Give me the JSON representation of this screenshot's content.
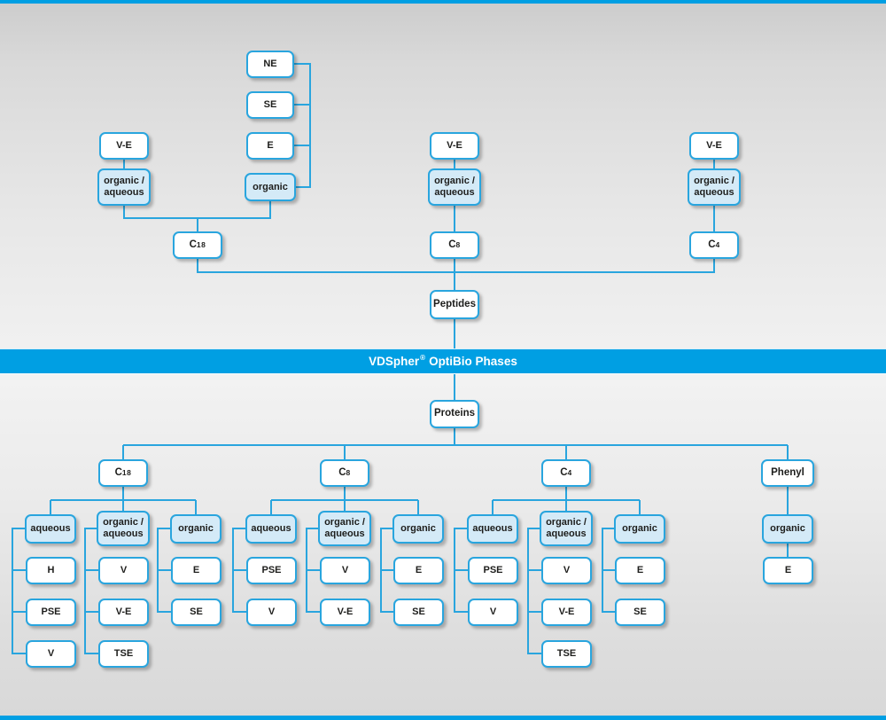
{
  "colors": {
    "banner_blue": "#009fe3",
    "line_blue": "#29a5de",
    "light_blue_fill": "#d4eaf7",
    "text_dark": "#1d1d1b"
  },
  "banner": {
    "brand": "VDSpher",
    "registered_mark": "®",
    "rest": "OptiBio Phases"
  },
  "peptides_section": {
    "root_label": "Peptides",
    "c18": {
      "prefix": "C",
      "digits": "18",
      "ve_label": "V-E",
      "mode_organic_aqueous": {
        "line1": "organic /",
        "line2": "aqueous"
      },
      "mode_organic": {
        "label": "organic",
        "children": [
          "NE",
          "SE",
          "E"
        ]
      }
    },
    "c8": {
      "prefix": "C",
      "digits": "8",
      "ve_label": "V-E",
      "mode_organic_aqueous": {
        "line1": "organic /",
        "line2": "aqueous"
      }
    },
    "c4": {
      "prefix": "C",
      "digits": "4",
      "ve_label": "V-E",
      "mode_organic_aqueous": {
        "line1": "organic /",
        "line2": "aqueous"
      }
    }
  },
  "proteins_section": {
    "root_label": "Proteins",
    "c18": {
      "prefix": "C",
      "digits": "18",
      "aqueous": {
        "label": "aqueous",
        "children": [
          "H",
          "PSE",
          "V"
        ]
      },
      "organic_aqueous": {
        "line1": "organic /",
        "line2": "aqueous",
        "children": [
          "V",
          "V-E",
          "TSE"
        ]
      },
      "organic": {
        "label": "organic",
        "children": [
          "E",
          "SE"
        ]
      }
    },
    "c8": {
      "prefix": "C",
      "digits": "8",
      "aqueous": {
        "label": "aqueous",
        "children": [
          "PSE",
          "V"
        ]
      },
      "organic_aqueous": {
        "line1": "organic /",
        "line2": "aqueous",
        "children": [
          "V",
          "V-E"
        ]
      },
      "organic": {
        "label": "organic",
        "children": [
          "E",
          "SE"
        ]
      }
    },
    "c4": {
      "prefix": "C",
      "digits": "4",
      "aqueous": {
        "label": "aqueous",
        "children": [
          "PSE",
          "V"
        ]
      },
      "organic_aqueous": {
        "line1": "organic /",
        "line2": "aqueous",
        "children": [
          "V",
          "V-E",
          "TSE"
        ]
      },
      "organic": {
        "label": "organic",
        "children": [
          "E",
          "SE"
        ]
      }
    },
    "phenyl": {
      "label": "Phenyl",
      "organic": {
        "label": "organic",
        "children": [
          "E"
        ]
      }
    }
  }
}
